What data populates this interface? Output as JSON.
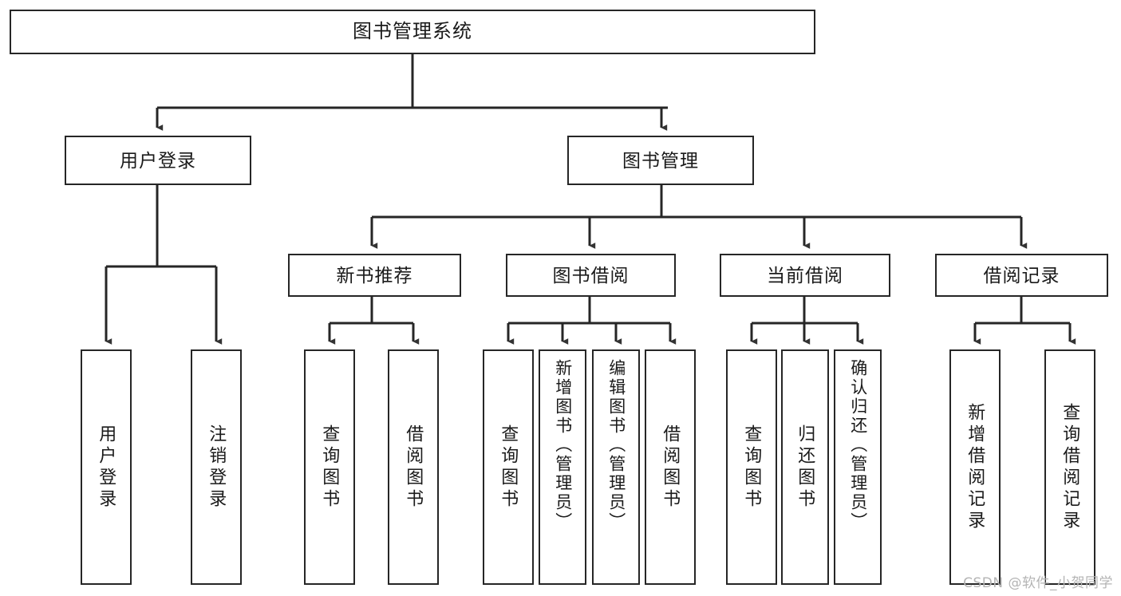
{
  "diagram": {
    "title": "图书管理系统",
    "type": "functional-structure-tree",
    "watermark": "CSDN @软件_小贺同学",
    "colors": {
      "background": "#ffffff",
      "box_border": "#262626",
      "box_fill": "#ffffff",
      "connector": "#262626",
      "text": "#1a1a1a",
      "watermark": "#b4b4b4"
    }
  },
  "nodes": {
    "root": {
      "label": "图书管理系统"
    },
    "tier2": [
      {
        "label": "用户登录"
      },
      {
        "label": "图书管理"
      }
    ],
    "tier3": [
      {
        "label": "新书推荐"
      },
      {
        "label": "图书借阅"
      },
      {
        "label": "当前借阅"
      },
      {
        "label": "借阅记录"
      }
    ],
    "leaves": [
      {
        "label": "用户登录"
      },
      {
        "label": "注销登录"
      },
      {
        "label": "查询图书"
      },
      {
        "label": "借阅图书"
      },
      {
        "label": "查询图书"
      },
      {
        "label": "新增图书（管理员）"
      },
      {
        "label": "编辑图书（管理员）"
      },
      {
        "label": "借阅图书"
      },
      {
        "label": "查询图书"
      },
      {
        "label": "归还图书"
      },
      {
        "label": "确认归还（管理员）"
      },
      {
        "label": "新增借阅记录"
      },
      {
        "label": "查询借阅记录"
      }
    ]
  },
  "tree": {
    "图书管理系统": [
      "用户登录",
      "图书管理"
    ],
    "用户登录": [
      "用户登录",
      "注销登录"
    ],
    "图书管理": [
      "新书推荐",
      "图书借阅",
      "当前借阅",
      "借阅记录"
    ],
    "新书推荐": [
      "查询图书",
      "借阅图书"
    ],
    "图书借阅": [
      "查询图书",
      "新增图书（管理员）",
      "编辑图书（管理员）",
      "借阅图书"
    ],
    "当前借阅": [
      "查询图书",
      "归还图书",
      "确认归还（管理员）"
    ],
    "借阅记录": [
      "新增借阅记录",
      "查询借阅记录"
    ]
  }
}
